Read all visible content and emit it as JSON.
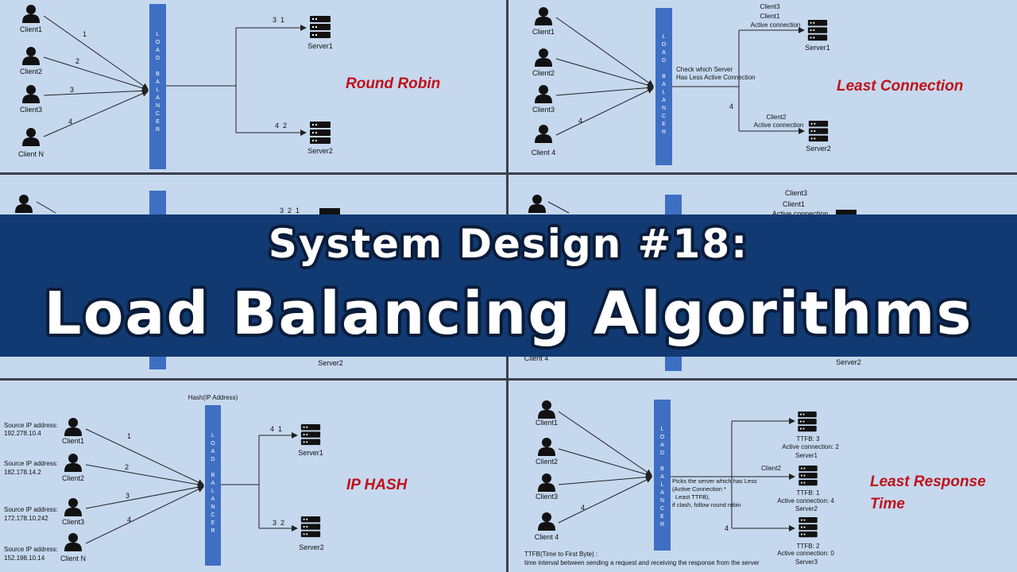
{
  "banner": {
    "line1": "System Design #18:",
    "line2": "Load Balancing Algorithms"
  },
  "lb_letters": [
    "L",
    "O",
    "A",
    "D",
    "",
    "B",
    "A",
    "L",
    "A",
    "N",
    "C",
    "E",
    "R"
  ],
  "colors": {
    "lb_bar": "#3f6fc3",
    "title_red": "#c0111a",
    "banner_bg": "#123a72",
    "panel_bg": "#c5d8ee"
  },
  "panels": {
    "rr": {
      "title": "Round Robin",
      "clients": [
        "Client1",
        "Client2",
        "Client3",
        "Client N"
      ],
      "arrows": [
        "1",
        "2",
        "3",
        "4"
      ],
      "servers": [
        "Server1",
        "Server2"
      ],
      "server_tags": [
        "3  1",
        "4  2"
      ]
    },
    "lc": {
      "title": "Least Connection",
      "clients": [
        "Client1",
        "Client2",
        "Client3",
        "Client 4"
      ],
      "arrow": "4",
      "note": [
        "Check which Server",
        "Has Less Active Connection"
      ],
      "top_stack": [
        "Client3",
        "Client1",
        "Active connection"
      ],
      "servers": [
        "Server1",
        "Server2"
      ],
      "bottom_stack": [
        "Client2",
        "Active connection"
      ],
      "branch_num": "4"
    },
    "peek_left": {
      "tags": "3  2  1",
      "server": "Server2"
    },
    "peek_right": {
      "top_stack": [
        "Client3",
        "Client1",
        "Active connection"
      ],
      "client": "Client 4",
      "server": "Server2"
    },
    "ip": {
      "title": "IP HASH",
      "hash_label": "Hash(IP Address)",
      "source_label": "Source IP address:",
      "ips": [
        "192.278.10.4",
        "182.178.14.2",
        "172.178.10.242",
        "152.198.10.14"
      ],
      "clients": [
        "Client1",
        "Client2",
        "Client3",
        "Client N"
      ],
      "arrows": [
        "1",
        "2",
        "3",
        "4"
      ],
      "servers": [
        "Server1",
        "Server2"
      ],
      "server_tags": [
        "4  1",
        "3  2"
      ]
    },
    "lrt": {
      "title": [
        "Least Response",
        "Time"
      ],
      "clients": [
        "Client1",
        "Client2",
        "Client3",
        "Client 4"
      ],
      "arrow": "4",
      "note": [
        "Picks the server which has Less",
        "(Active Connection *",
        "Least TTFB),",
        "if clash, follow round robin"
      ],
      "servers": [
        {
          "ttfb": "TTFB: 3",
          "conn": "Active connection: 2",
          "name": "Server1"
        },
        {
          "ttfb": "TTFB: 1",
          "conn": "Active connection: 4",
          "name": "Server2"
        },
        {
          "ttfb": "TTFB: 2",
          "conn": "Active connection: 0",
          "name": "Server3"
        }
      ],
      "branch_client": "Client2",
      "branch_num": "4",
      "footer": [
        "TTFB(Time to First Byte) :",
        "time interval between sending a request and receiving the response from the server"
      ]
    }
  }
}
